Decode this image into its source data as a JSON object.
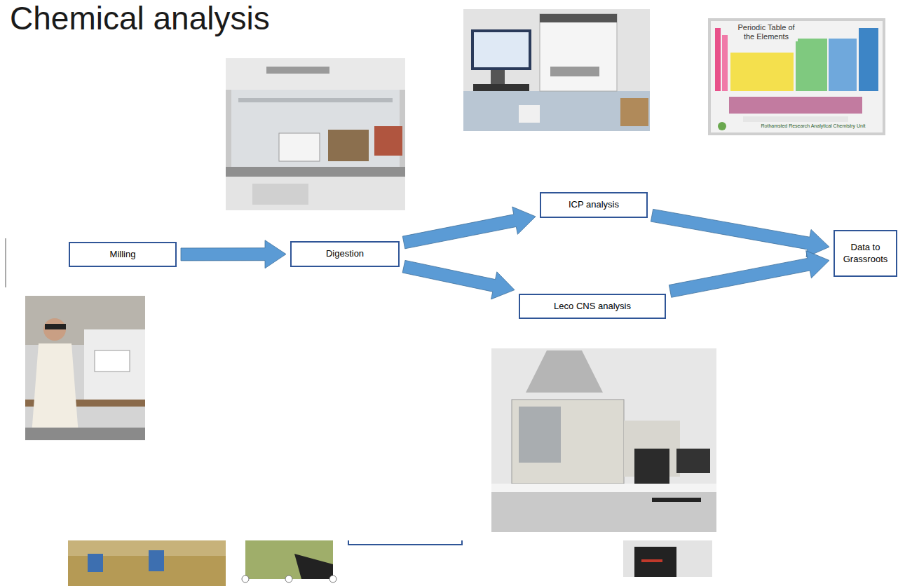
{
  "diagram": {
    "title": "Chemical analysis",
    "nodes": [
      {
        "text": [
          "Milling"
        ]
      },
      {
        "text": [
          "Digestion"
        ]
      },
      {
        "text": [
          "ICP analysis"
        ]
      },
      {
        "text": [
          "Leco CNS analysis"
        ]
      },
      {
        "text": [
          "Data to Grassroots"
        ]
      }
    ],
    "edges": [
      {
        "from": 0,
        "to": 1,
        "arrow": "to"
      },
      {
        "from": 1,
        "to": 2,
        "arrow": "to"
      },
      {
        "from": 1,
        "to": 3,
        "arrow": "to"
      },
      {
        "from": 2,
        "to": 4,
        "arrow": "to"
      },
      {
        "from": 3,
        "to": 4,
        "arrow": "to"
      }
    ],
    "labels": [
      "Periodic Table of the Elements",
      "Rothamsted Research Analytical Chemistry Unit"
    ]
  }
}
